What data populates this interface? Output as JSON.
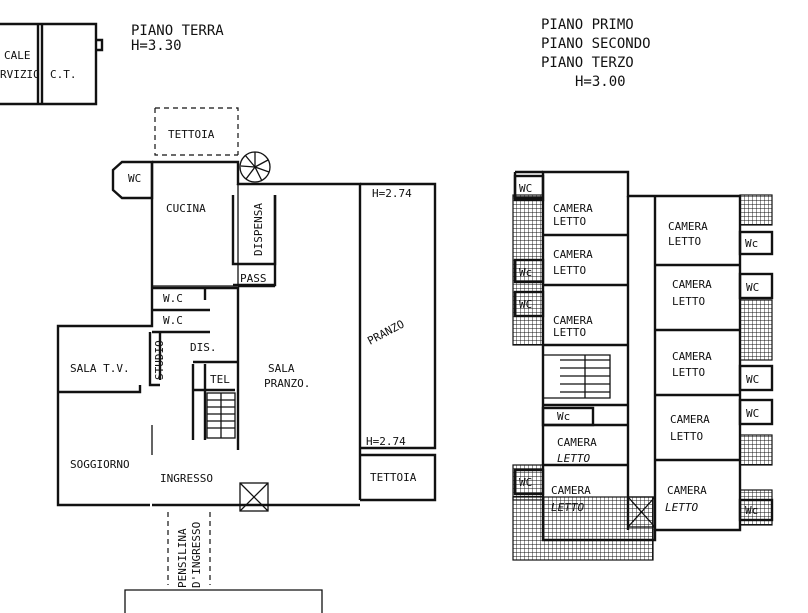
{
  "ground_floor": {
    "title": "PIANO TERRA",
    "height": "H=3.30",
    "rooms": {
      "locale_servizio": "CALE",
      "locale_servizio_2": "RVIZIO",
      "ct": "C.T.",
      "tettoia_top": "TETTOIA",
      "wc_corner": "WC",
      "cucina": "CUCINA",
      "dispensa": "DISPENSA",
      "pass": "PASS",
      "wc_1": "W.C",
      "wc_2": "W.C",
      "studio": "STUDIO",
      "dis": "DIS.",
      "sala_tv": "SALA T.V.",
      "tel": "TEL",
      "sala_pranzo_1": "SALA",
      "sala_pranzo_2": "PRANZO.",
      "pranzo": "PRANZO",
      "h_top": "H=2.74",
      "h_bottom": "H=2.74",
      "soggiorno": "SOGGIORNO",
      "ingresso": "INGRESSO",
      "tettoia_bottom": "TETTOIA",
      "pensilina_1": "PENSILINA",
      "pensilina_2": "D'INGRESSO"
    }
  },
  "upper_floors": {
    "title_1": "PIANO PRIMO",
    "title_2": "PIANO SECONDO",
    "title_3": "PIANO TERZO",
    "height": "H=3.00",
    "rooms": {
      "camera": "CAMERA",
      "letto": "LETTO",
      "letto_italic": "LETTO",
      "wc": "WC",
      "wc_lower": "Wc"
    }
  }
}
